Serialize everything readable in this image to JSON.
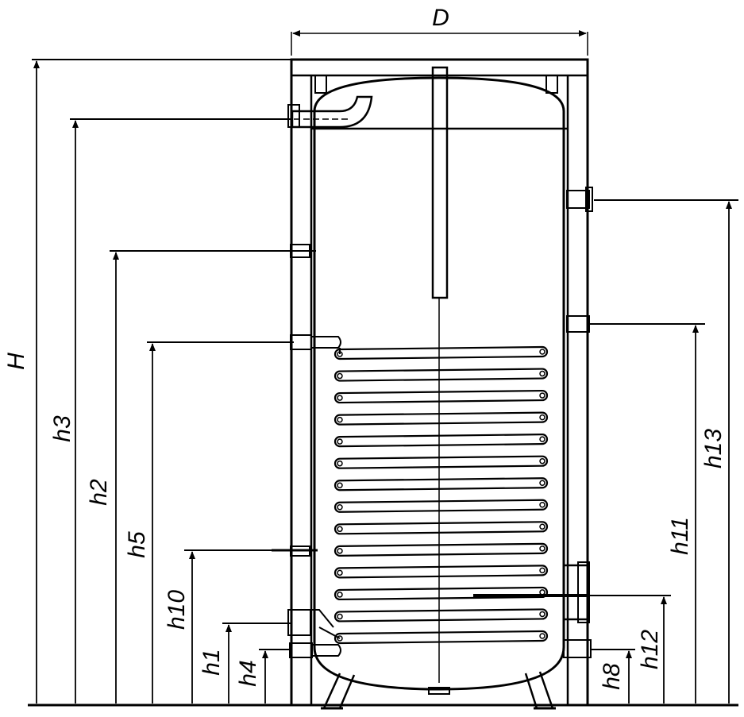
{
  "labels": {
    "D": "D",
    "H": "H",
    "h1": "h1",
    "h2": "h2",
    "h3": "h3",
    "h4": "h4",
    "h5": "h5",
    "h8": "h8",
    "h10": "h10",
    "h11": "h11",
    "h12": "h12",
    "h13": "h13"
  },
  "coil": {
    "turns": 14
  }
}
